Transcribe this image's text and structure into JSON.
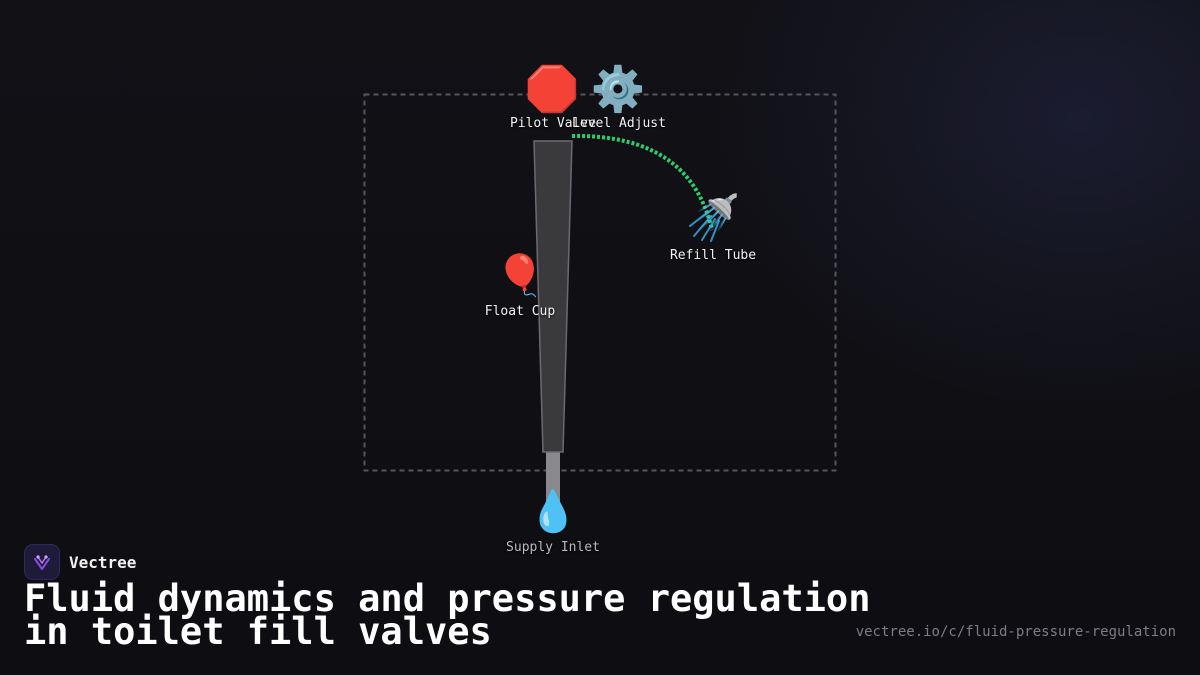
{
  "diagram": {
    "components": [
      {
        "id": "pilot-valve",
        "label": "Pilot Valve",
        "icon": "stop-sign-icon",
        "glyph": "🛑"
      },
      {
        "id": "level-adjust",
        "label": "Level Adjust",
        "icon": "gear-icon",
        "glyph": "⚙️"
      },
      {
        "id": "refill-tube",
        "label": "Refill Tube",
        "icon": "shower-head-icon",
        "glyph": "🚿"
      },
      {
        "id": "float-cup",
        "label": "Float Cup",
        "icon": "balloon-icon",
        "glyph": "🎈"
      },
      {
        "id": "supply-inlet",
        "label": "Supply Inlet",
        "icon": "water-drop-icon",
        "glyph": "💧"
      }
    ],
    "colors": {
      "flow": "#2ecc71",
      "tank_border": "#55555c",
      "body_fill": "#3a3a3c",
      "shank_fill": "#8a8a8e"
    }
  },
  "brand": {
    "name": "Vectree",
    "logo_icon": "vectree-logo-icon",
    "accent": "#8a4dd8"
  },
  "title": "Fluid dynamics and pressure regulation in toilet fill valves",
  "url": "vectree.io/c/fluid-pressure-regulation"
}
